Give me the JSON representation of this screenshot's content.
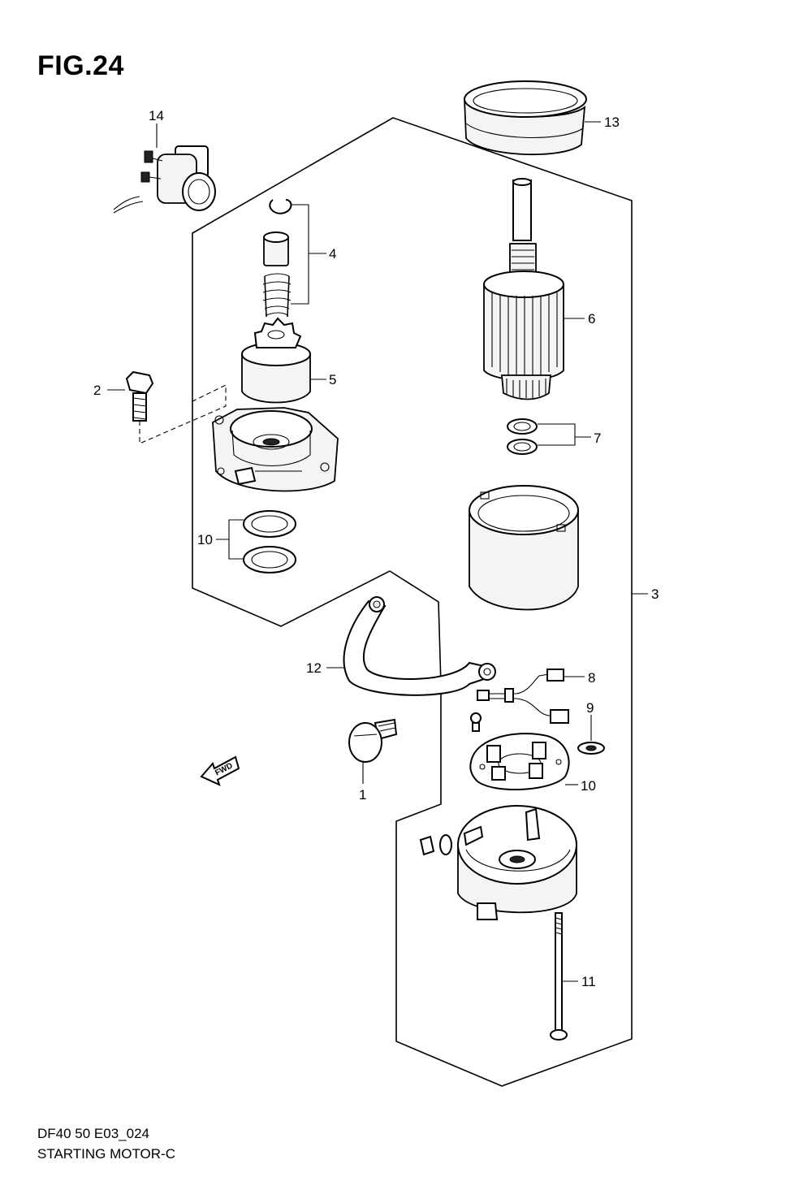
{
  "figure": {
    "title": "FIG.24",
    "footer_code": "DF40 50 E03_024",
    "footer_name": "STARTING MOTOR-C",
    "fwd_label": "FWD"
  },
  "callouts": {
    "c1": "1",
    "c2": "2",
    "c3": "3",
    "c4": "4",
    "c5": "5",
    "c6": "6",
    "c7": "7",
    "c8": "8",
    "c9": "9",
    "c10a": "10",
    "c10b": "10",
    "c11": "11",
    "c12": "12",
    "c13": "13",
    "c14": "14"
  }
}
